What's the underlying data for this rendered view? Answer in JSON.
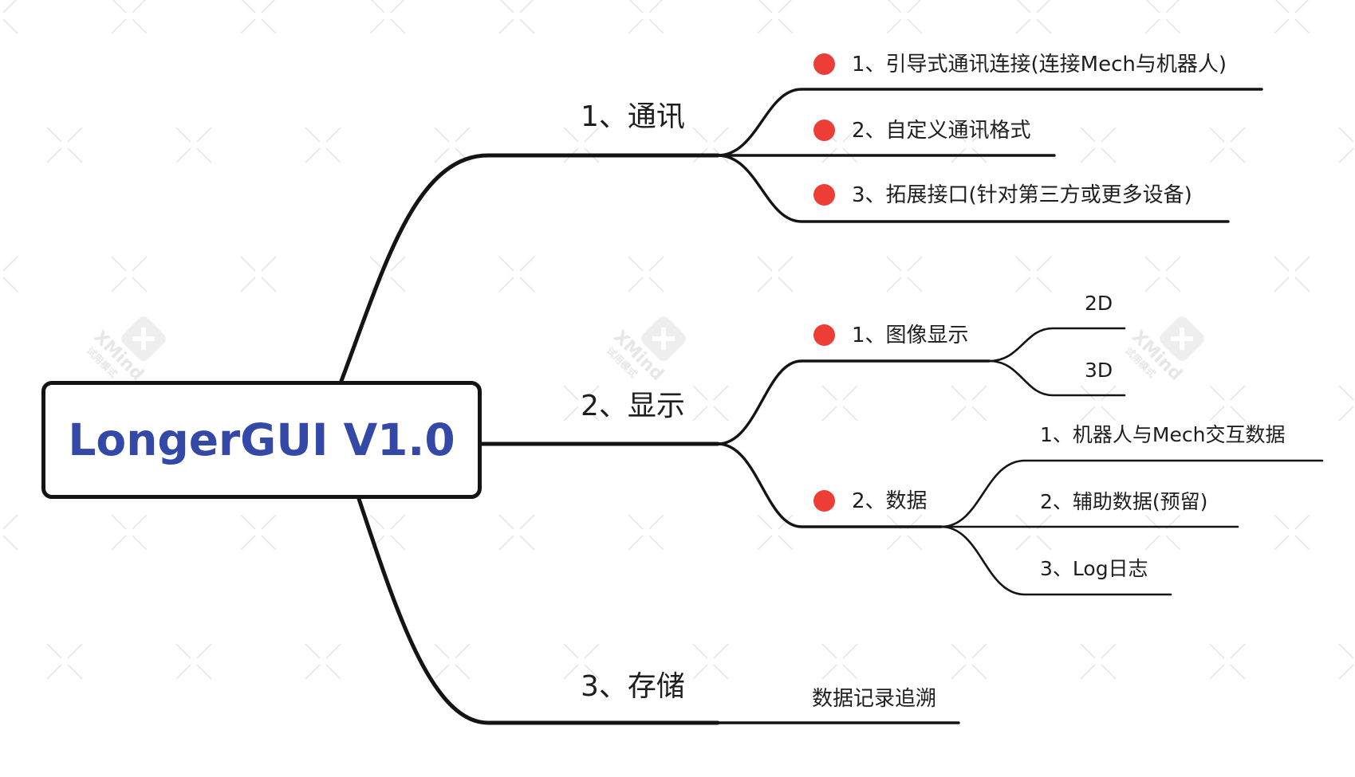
{
  "root": {
    "title": "LongerGUI V1.0"
  },
  "branches": {
    "comm": {
      "label": "1、通讯",
      "children": [
        "1、引导式通讯连接(连接Mech与机器人)",
        "2、自定义通讯格式",
        "3、拓展接口(针对第三方或更多设备)"
      ]
    },
    "display": {
      "label": "2、显示",
      "image": {
        "label": "1、图像显示",
        "children": [
          "2D",
          "3D"
        ]
      },
      "data": {
        "label": "2、数据",
        "children": [
          "1、机器人与Mech交互数据",
          "2、辅助数据(预留)",
          "3、Log日志"
        ]
      }
    },
    "storage": {
      "label": "3、存储",
      "children": [
        "数据记录追溯"
      ]
    }
  },
  "watermark": {
    "brand": "XMind",
    "mode": "试用模式"
  },
  "colors": {
    "root_text": "#3448a8",
    "branch_line": "#141414",
    "marker": "#ec3d37",
    "text": "#1e1e1e",
    "watermark": "#e4e4e4"
  }
}
